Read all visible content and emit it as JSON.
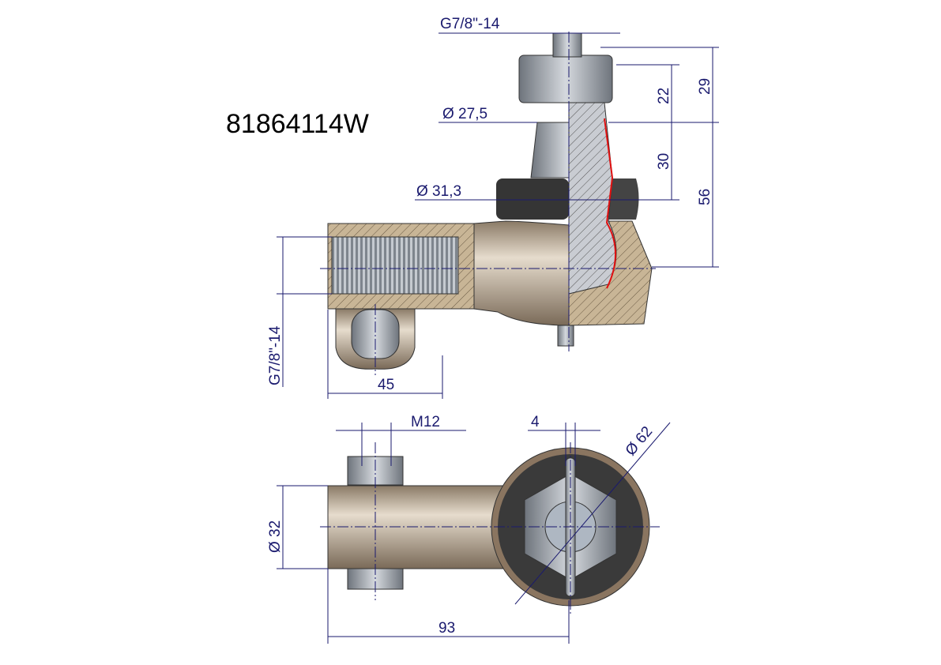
{
  "part_number": "81864114W",
  "dimensions": {
    "top_thread": "G7/8\"-14",
    "diameter_27": "Ø 27,5",
    "diameter_31": "Ø 31,3",
    "height_22": "22",
    "height_29": "29",
    "height_30": "30",
    "height_56": "56",
    "side_thread": "G7/8\"-14",
    "length_45": "45",
    "bolt_m12": "M12",
    "pin_4": "4",
    "diameter_62": "Ø 62",
    "diameter_32": "Ø 32",
    "length_93": "93"
  },
  "colors": {
    "dimension": "#1a1a6e",
    "body": "#c9b8a0",
    "rubber": "#3a3a3a",
    "steel": "#9aa0a8",
    "section_line": "#e01010"
  }
}
